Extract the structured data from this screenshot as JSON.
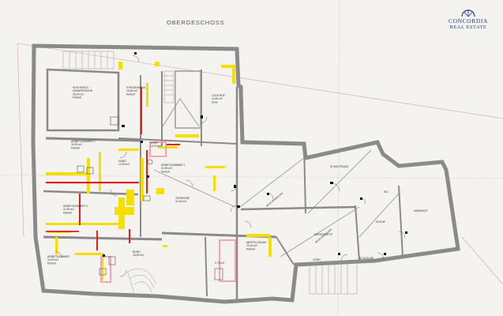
{
  "header": {
    "title": "OBERGESCHOSS"
  },
  "brand": {
    "line1": "CONCORDIA",
    "line2": "REAL ESTATE",
    "color": "#1f3d8c"
  },
  "colors": {
    "wall": "#8a8a8a",
    "wall_fill": "#dcdcdc",
    "yellow": "#f3e000",
    "red": "#e02020",
    "pink": "#f4a6b0",
    "paper": "#f4f3ef"
  },
  "rooms": [
    {
      "id": "kitchen",
      "lines": [
        "KÜCHE/ESS-",
        "ZIMMER/WOHN",
        "26,00 m2",
        "Parkett"
      ]
    },
    {
      "id": "stiegenhaus",
      "lines": [
        "STIEGENHAUS",
        "16,80 m2",
        "Parkett"
      ]
    },
    {
      "id": "lichthof",
      "lines": [
        "LICHTHOF-",
        "11,80 m2",
        "Zone"
      ]
    },
    {
      "id": "arbeitszimmer2",
      "lines": [
        "ARBEITSZIMMER 2",
        "18,50 m2",
        "Parkett"
      ]
    },
    {
      "id": "vorraum",
      "lines": [
        "VORR",
        "10,70 m2"
      ]
    },
    {
      "id": "gang",
      "lines": [
        "GANG",
        "12,50 m2"
      ]
    },
    {
      "id": "arbeitszimmer1",
      "lines": [
        "ARBEITSZIMMER 1",
        "22,80 m2",
        "Parkett"
      ]
    },
    {
      "id": "terrasse",
      "lines": [
        "TERRASSE",
        "24,30 m2"
      ]
    },
    {
      "id": "arbeitszimmer3",
      "lines": [
        "ARBEITSZIMMER 3",
        "22,50 m2",
        "Parkett"
      ]
    },
    {
      "id": "buero",
      "lines": [
        "BÜRO",
        "18,50 m2"
      ]
    },
    {
      "id": "arbeitszimmer4",
      "lines": [
        "ARBEITSZIMMER",
        "16,90 m2",
        "Parkett"
      ]
    },
    {
      "id": "abstellraum",
      "lines": [
        "ABSTELLRAUM",
        "23,40 m2",
        "Parkett"
      ]
    },
    {
      "id": "abst-small",
      "lines": [
        "2,70 m2"
      ]
    },
    {
      "id": "werkstaette",
      "lines": [
        "WERKSTÄTTE"
      ]
    },
    {
      "id": "kueche2",
      "lines": [
        "KÜCHE"
      ]
    },
    {
      "id": "schleuse",
      "lines": [
        "SCHLEUSE"
      ]
    },
    {
      "id": "wc",
      "lines": [
        "WC"
      ]
    },
    {
      "id": "vorraum2",
      "lines": [
        "VORR"
      ]
    },
    {
      "id": "innenhof",
      "lines": [
        "INNENHOF"
      ]
    },
    {
      "id": "schaltraum",
      "lines": [
        "SCHALTRAUM"
      ]
    }
  ],
  "diag_notes": [
    "NEUE ANBINDUNG",
    "NEUE ANBINDUNG"
  ]
}
